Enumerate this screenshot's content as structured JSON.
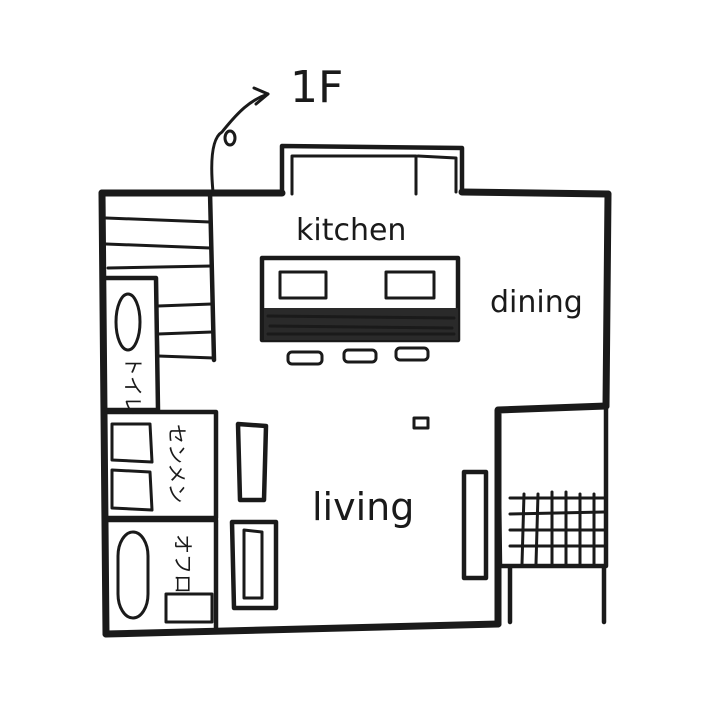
{
  "floor_label": "1F",
  "rooms": {
    "kitchen": "kitchen",
    "dining": "dining",
    "living": "living",
    "toilet": "トイレ",
    "washroom": "センメン",
    "bath": "オフロ"
  },
  "colors": {
    "ink": "#1a1a1a",
    "paper": "#ffffff"
  }
}
